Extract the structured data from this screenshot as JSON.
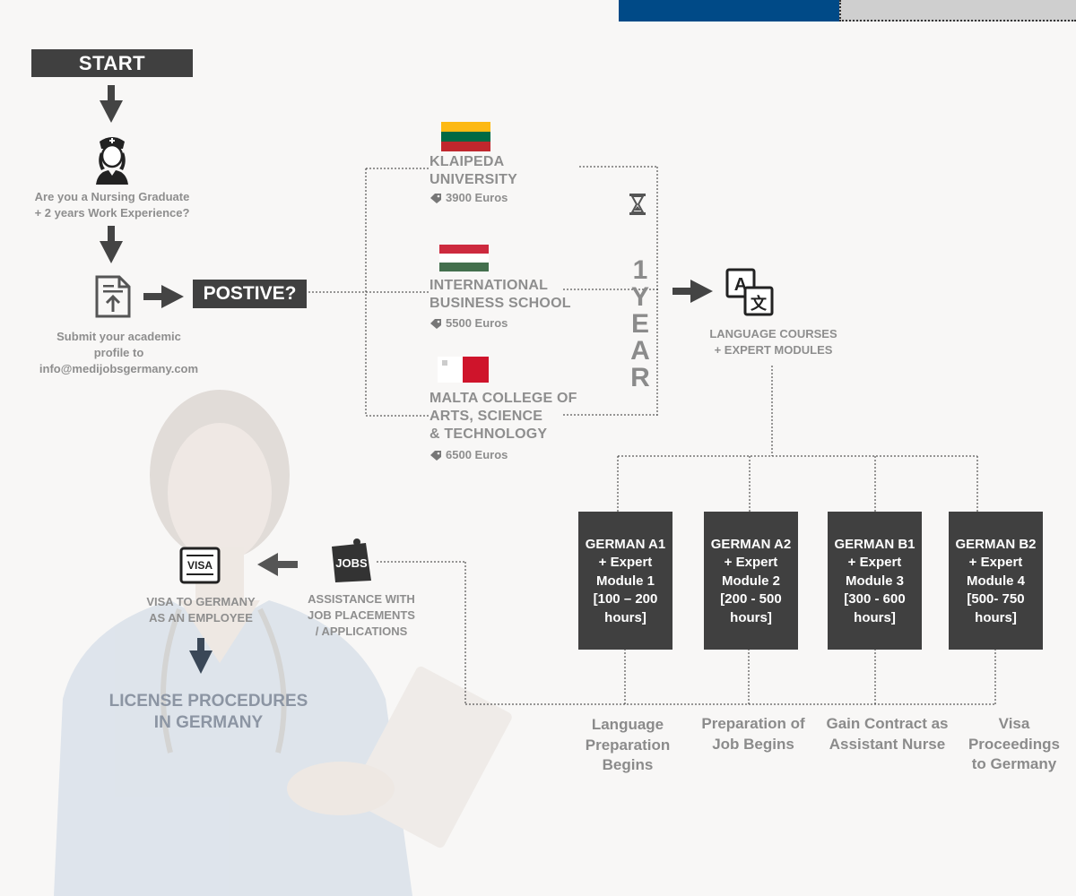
{
  "start": {
    "label": "START"
  },
  "nursing_question": {
    "line1": "Are you a Nursing Graduate",
    "line2": "+ 2 years Work Experience?"
  },
  "submit": {
    "line1": "Submit your academic",
    "line2": "profile to",
    "line3": "info@medijobsgermany.com"
  },
  "postive": {
    "label": "POSTIVE?"
  },
  "universities": [
    {
      "name_line1": "KLAIPEDA",
      "name_line2": "UNIVERSITY",
      "name_line3": "",
      "price": "3900 Euros",
      "flag": [
        "#fdb913",
        "#006a44",
        "#c1272d"
      ]
    },
    {
      "name_line1": "INTERNATIONAL",
      "name_line2": "BUSINESS SCHOOL",
      "name_line3": "",
      "price": "5500 Euros",
      "flag": [
        "#cd2a3e",
        "#ffffff",
        "#436f4d"
      ]
    },
    {
      "name_line1": "MALTA COLLEGE OF",
      "name_line2": "ARTS, SCIENCE",
      "name_line3": "& TECHNOLOGY",
      "price": "6500 Euros",
      "flag": [
        "#ffffff",
        "#cf142b"
      ]
    }
  ],
  "year": {
    "letters": [
      "1",
      "Y",
      "E",
      "A",
      "R"
    ]
  },
  "language": {
    "line1": "LANGUAGE COURSES",
    "line2": "+ EXPERT MODULES"
  },
  "modules": [
    {
      "l1": "GERMAN A1",
      "l2": "+ Expert",
      "l3": "Module 1",
      "l4": "[100 – 200",
      "l5": "hours]"
    },
    {
      "l1": "GERMAN A2",
      "l2": "+ Expert",
      "l3": "Module 2",
      "l4": "[200 - 500",
      "l5": "hours]"
    },
    {
      "l1": "GERMAN B1",
      "l2": "+ Expert",
      "l3": "Module 3",
      "l4": "[300 - 600",
      "l5": "hours]"
    },
    {
      "l1": "GERMAN B2",
      "l2": "+ Expert",
      "l3": "Module 4",
      "l4": "[500- 750",
      "l5": "hours]"
    }
  ],
  "phases": [
    {
      "l1": "Language",
      "l2": "Preparation",
      "l3": "Begins"
    },
    {
      "l1": "Preparation of",
      "l2": "Job Begins",
      "l3": ""
    },
    {
      "l1": "Gain Contract as",
      "l2": "Assistant Nurse",
      "l3": ""
    },
    {
      "l1": "Visa",
      "l2": "Proceedings",
      "l3": "to Germany"
    }
  ],
  "jobs": {
    "icon_text": "JOBS",
    "line1": "ASSISTANCE WITH",
    "line2": "JOB PLACEMENTS",
    "line3": "/ APPLICATIONS"
  },
  "visa": {
    "icon_text": "VISA",
    "line1": "VISA TO GERMANY",
    "line2": "AS AN EMPLOYEE"
  },
  "license": {
    "line1": "LICENSE PROCEDURES",
    "line2": "IN GERMANY"
  },
  "colors": {
    "dark_box": "#404040",
    "progress_blue": "#004a87",
    "progress_grey": "#cfcfcf",
    "text_grey": "#8e8e8e"
  }
}
